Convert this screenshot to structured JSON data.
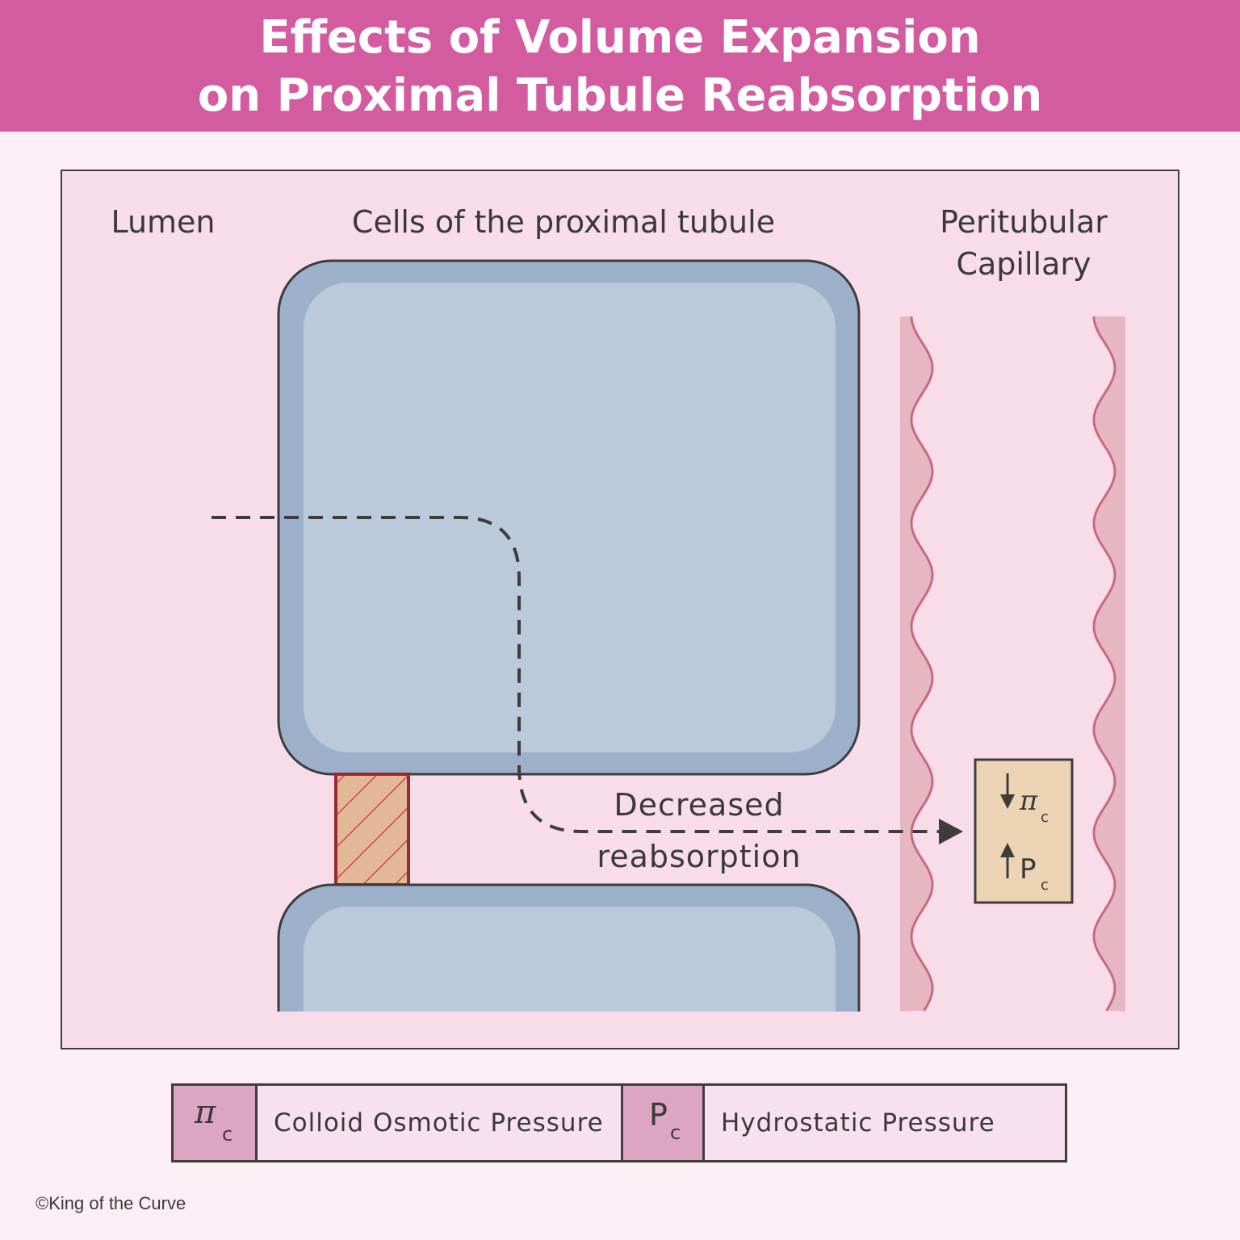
{
  "title": {
    "line1": "Effects of Volume Expansion",
    "line2": "on Proximal Tubule Reabsorption"
  },
  "labels": {
    "lumen": "Lumen",
    "cells": "Cells of the proximal tubule",
    "capillary_line1": "Peritubular",
    "capillary_line2": "Capillary",
    "arrow_line1": "Decreased",
    "arrow_line2": "reabsorption"
  },
  "pressure_box": {
    "pi_symbol": "π",
    "pi_sub": "c",
    "p_symbol": "P",
    "p_sub": "c",
    "pi_direction": "down-arrow-icon",
    "p_direction": "up-arrow-icon"
  },
  "legend": {
    "items": [
      {
        "symbol": "π",
        "sub": "c",
        "label": "Colloid Osmotic Pressure"
      },
      {
        "symbol": "P",
        "sub": "c",
        "label": "Hydrostatic Pressure"
      }
    ]
  },
  "copyright": "©King of the Curve",
  "colors": {
    "header": "#d35ca1",
    "panel": "#f9dcea",
    "cell_outer": "#9db0c9",
    "cell_inner": "#bacadb",
    "capillary_wall": "#e6b7c3",
    "junction_fill": "#e3b896",
    "junction_hatch": "#d4444f",
    "pressure_box": "#ebd3b3",
    "legend_symbol_bg": "#dca5c4"
  }
}
